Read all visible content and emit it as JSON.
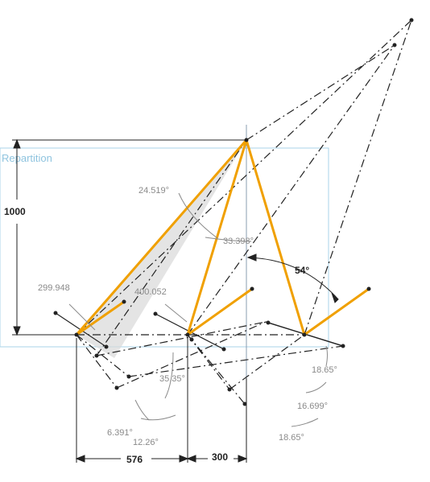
{
  "plane": {
    "label": "Repartition",
    "color": "#8fc4df"
  },
  "colors": {
    "beam": "#f0a000",
    "construction": "#222222",
    "shade": "#d9d9d9",
    "dim_gray": "#8a8a8a"
  },
  "dimensions": {
    "height": "1000",
    "base_width": "576",
    "offset": "300",
    "angle_top_left": "24.519°",
    "angle_top_mid": "33.398°",
    "angle_right": "54°",
    "length_left": "299.948",
    "length_mid": "400.052",
    "angle_mid_low": "35.35°",
    "angle_left_low_a": "6.391°",
    "angle_left_low_b": "12.26°",
    "angle_right_a": "18.65°",
    "angle_right_b": "16.699°",
    "angle_right_c": "18.65°"
  }
}
